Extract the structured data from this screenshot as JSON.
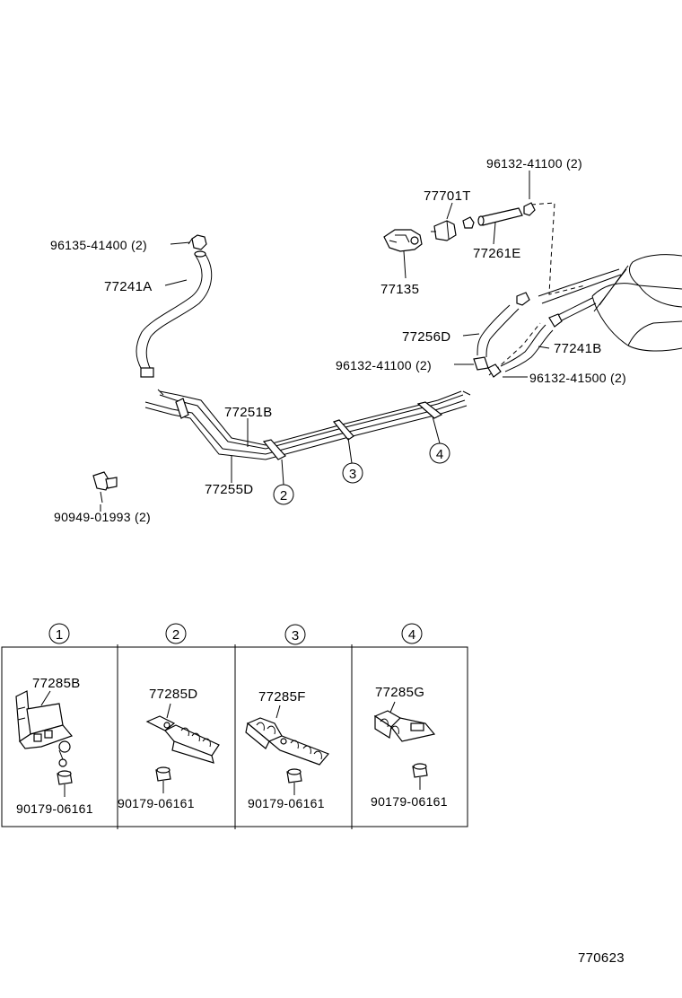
{
  "labels": {
    "p96132_41100_top": "96132-41100 (2)",
    "p77701T": "77701T",
    "p96135_41400": "96135-41400 (2)",
    "p77261E": "77261E",
    "p77241A": "77241A",
    "p77135": "77135",
    "p77256D": "77256D",
    "p77241B": "77241B",
    "p96132_41100_mid": "96132-41100 (2)",
    "p96132_41500": "96132-41500 (2)",
    "p77251B": "77251B",
    "p77255D": "77255D",
    "p90949_01993": "90949-01993 (2)"
  },
  "callouts": {
    "c2": "2",
    "c3": "3",
    "c4": "4"
  },
  "panels": [
    {
      "number": "1",
      "clamp": "77285B",
      "nut": "90179-06161"
    },
    {
      "number": "2",
      "clamp": "77285D",
      "nut": "90179-06161"
    },
    {
      "number": "3",
      "clamp": "77285F",
      "nut": "90179-06161"
    },
    {
      "number": "4",
      "clamp": "77285G",
      "nut": "90179-06161"
    }
  ],
  "footer": {
    "diagram_code": "770623"
  }
}
